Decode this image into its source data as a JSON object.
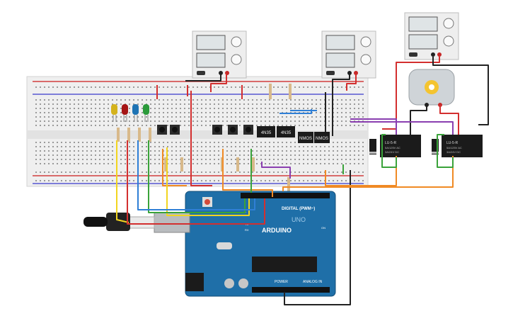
{
  "chips": [
    {
      "label": "4N35"
    },
    {
      "label": "4N35"
    },
    {
      "label": "NMOS"
    },
    {
      "label": "NMOS"
    }
  ],
  "relays": [
    {
      "line1": "LU-5-R",
      "line2": "5A/125V AC",
      "line3": "3A/24V DC"
    },
    {
      "line1": "LU-5-R",
      "line2": "5A/125V AC",
      "line3": "3A/24V DC"
    }
  ],
  "arduino": {
    "logo": "ARDUINO",
    "model": "UNO",
    "digital_label": "DIGITAL (PWM~)",
    "power_label": "POWER",
    "analog_label": "ANALOG IN",
    "led_on": "ON",
    "led_l": "L",
    "led_tx": "TX",
    "led_rx": "RX"
  },
  "colors": {
    "wire_red": "#d32f2f",
    "wire_black": "#222222",
    "wire_orange": "#f08a24",
    "wire_yellow": "#f2d51f",
    "wire_green": "#3aa33a",
    "wire_blue": "#2f7fd6",
    "wire_purple": "#8a3fb0",
    "board_blue": "#1f6fa8",
    "breadboard": "#f1f1f1"
  }
}
